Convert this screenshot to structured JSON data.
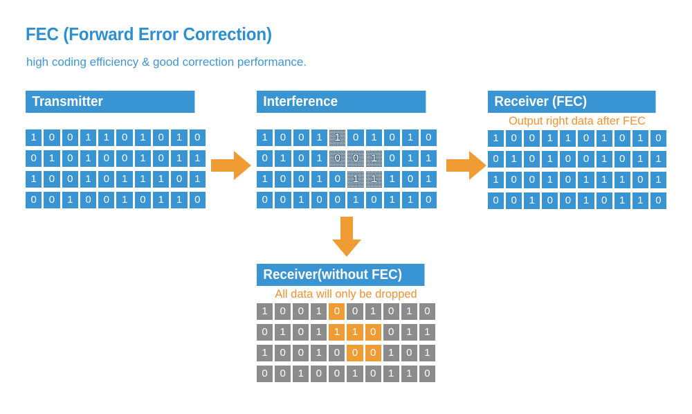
{
  "title": "FEC (Forward Error Correction)",
  "subtitle": "high coding efficiency & good correction performance.",
  "colors": {
    "blue": "#3894d3",
    "title_blue": "#2e8fd0",
    "orange": "#ef9c35",
    "note_orange": "#ef9233",
    "gray": "#8c8c8c",
    "noise": "#b9cfdf",
    "background": "#ffffff",
    "bit_text": "#ffffff"
  },
  "panels": {
    "transmitter": {
      "header": "Transmitter",
      "note": "",
      "rows": [
        {
          "bits": [
            "1",
            "0",
            "0",
            "1",
            "1",
            "0",
            "1",
            "0",
            "1",
            "0"
          ],
          "states": [
            "blue",
            "blue",
            "blue",
            "blue",
            "blue",
            "blue",
            "blue",
            "blue",
            "blue",
            "blue"
          ]
        },
        {
          "bits": [
            "0",
            "1",
            "0",
            "1",
            "0",
            "0",
            "1",
            "0",
            "1",
            "1"
          ],
          "states": [
            "blue",
            "blue",
            "blue",
            "blue",
            "blue",
            "blue",
            "blue",
            "blue",
            "blue",
            "blue"
          ]
        },
        {
          "bits": [
            "1",
            "0",
            "0",
            "1",
            "0",
            "1",
            "1",
            "1",
            "0",
            "1"
          ],
          "states": [
            "blue",
            "blue",
            "blue",
            "blue",
            "blue",
            "blue",
            "blue",
            "blue",
            "blue",
            "blue"
          ]
        },
        {
          "bits": [
            "0",
            "0",
            "1",
            "0",
            "0",
            "1",
            "0",
            "1",
            "1",
            "0"
          ],
          "states": [
            "blue",
            "blue",
            "blue",
            "blue",
            "blue",
            "blue",
            "blue",
            "blue",
            "blue",
            "blue"
          ]
        }
      ]
    },
    "interference": {
      "header": "Interference",
      "note": "",
      "rows": [
        {
          "bits": [
            "1",
            "0",
            "0",
            "1",
            "1",
            "0",
            "1",
            "0",
            "1",
            "0"
          ],
          "states": [
            "blue",
            "blue",
            "blue",
            "blue",
            "noise",
            "blue",
            "blue",
            "blue",
            "blue",
            "blue"
          ]
        },
        {
          "bits": [
            "0",
            "1",
            "0",
            "1",
            "0",
            "0",
            "1",
            "0",
            "1",
            "1"
          ],
          "states": [
            "blue",
            "blue",
            "blue",
            "blue",
            "noise",
            "noise",
            "noise",
            "blue",
            "blue",
            "blue"
          ]
        },
        {
          "bits": [
            "1",
            "0",
            "0",
            "1",
            "0",
            "1",
            "1",
            "1",
            "0",
            "1"
          ],
          "states": [
            "blue",
            "blue",
            "blue",
            "blue",
            "blue",
            "noise",
            "noise",
            "blue",
            "blue",
            "blue"
          ]
        },
        {
          "bits": [
            "0",
            "0",
            "1",
            "0",
            "0",
            "1",
            "0",
            "1",
            "1",
            "0"
          ],
          "states": [
            "blue",
            "blue",
            "blue",
            "blue",
            "blue",
            "blue",
            "blue",
            "blue",
            "blue",
            "blue"
          ]
        }
      ]
    },
    "receiver_fec": {
      "header": "Receiver (FEC)",
      "note": "Output right data after FEC",
      "rows": [
        {
          "bits": [
            "1",
            "0",
            "0",
            "1",
            "1",
            "0",
            "1",
            "0",
            "1",
            "0"
          ],
          "states": [
            "blue",
            "blue",
            "blue",
            "blue",
            "blue",
            "blue",
            "blue",
            "blue",
            "blue",
            "blue"
          ]
        },
        {
          "bits": [
            "0",
            "1",
            "0",
            "1",
            "0",
            "0",
            "1",
            "0",
            "1",
            "1"
          ],
          "states": [
            "blue",
            "blue",
            "blue",
            "blue",
            "blue",
            "blue",
            "blue",
            "blue",
            "blue",
            "blue"
          ]
        },
        {
          "bits": [
            "1",
            "0",
            "0",
            "1",
            "0",
            "1",
            "1",
            "1",
            "0",
            "1"
          ],
          "states": [
            "blue",
            "blue",
            "blue",
            "blue",
            "blue",
            "blue",
            "blue",
            "blue",
            "blue",
            "blue"
          ]
        },
        {
          "bits": [
            "0",
            "0",
            "1",
            "0",
            "0",
            "1",
            "0",
            "1",
            "1",
            "0"
          ],
          "states": [
            "blue",
            "blue",
            "blue",
            "blue",
            "blue",
            "blue",
            "blue",
            "blue",
            "blue",
            "blue"
          ]
        }
      ]
    },
    "receiver_no_fec": {
      "header": "Receiver(without FEC)",
      "note": "All data will only be dropped",
      "rows": [
        {
          "bits": [
            "1",
            "0",
            "0",
            "1",
            "0",
            "0",
            "1",
            "0",
            "1",
            "0"
          ],
          "states": [
            "gray",
            "gray",
            "gray",
            "gray",
            "orange",
            "gray",
            "gray",
            "gray",
            "gray",
            "gray"
          ]
        },
        {
          "bits": [
            "0",
            "1",
            "0",
            "1",
            "1",
            "1",
            "0",
            "0",
            "1",
            "1"
          ],
          "states": [
            "gray",
            "gray",
            "gray",
            "gray",
            "orange",
            "orange",
            "orange",
            "gray",
            "gray",
            "gray"
          ]
        },
        {
          "bits": [
            "1",
            "0",
            "0",
            "1",
            "0",
            "0",
            "0",
            "1",
            "0",
            "1"
          ],
          "states": [
            "gray",
            "gray",
            "gray",
            "gray",
            "gray",
            "orange",
            "orange",
            "gray",
            "gray",
            "gray"
          ]
        },
        {
          "bits": [
            "0",
            "0",
            "1",
            "0",
            "0",
            "1",
            "0",
            "1",
            "1",
            "0"
          ],
          "states": [
            "gray",
            "gray",
            "gray",
            "gray",
            "gray",
            "gray",
            "gray",
            "gray",
            "gray",
            "gray"
          ]
        }
      ]
    }
  },
  "arrows": [
    {
      "name": "arrow-transmitter-to-interference",
      "direction": "right"
    },
    {
      "name": "arrow-interference-to-receiver-fec",
      "direction": "right"
    },
    {
      "name": "arrow-interference-to-receiver-no-fec",
      "direction": "down"
    }
  ]
}
